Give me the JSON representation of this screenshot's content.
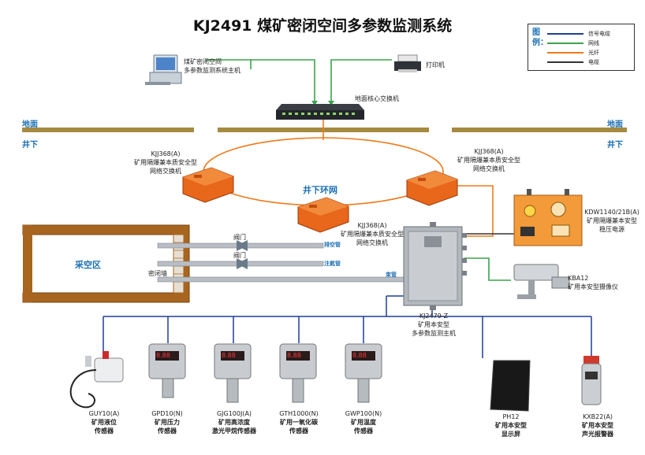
{
  "title": "KJ2491 煤矿密闭空间多参数监测系统",
  "legend": {
    "title": "图例：",
    "items": [
      {
        "label": "信号电缆",
        "color": "#1f3f95"
      },
      {
        "label": "网线",
        "color": "#3aa34a"
      },
      {
        "label": "光纤",
        "color": "#f07a1a"
      },
      {
        "label": "电缆",
        "color": "#333333"
      }
    ]
  },
  "ground_labels": {
    "above_left": "地面",
    "below_left": "井下",
    "above_right": "地面",
    "below_right": "井下"
  },
  "surface": {
    "host": "煤矿密闭空间\n多参数监测系统主机",
    "printer": "打印机",
    "core_switch": "地面核心交换机"
  },
  "ring_net": "井下环网",
  "switches": [
    {
      "model": "KJJ368(A)",
      "desc": "矿用隔爆兼本质安全型\n网络交换机"
    },
    {
      "model": "KJJ368(A)",
      "desc": "矿用隔爆兼本质安全型\n网络交换机"
    },
    {
      "model": "KJJ368(A)",
      "desc": "矿用隔爆兼本质安全型\n网络交换机"
    }
  ],
  "power": {
    "model": "KDW1140/21B(A)",
    "desc": "矿用隔爆兼本安型\n稳压电源"
  },
  "camera": {
    "model": "KBA12",
    "desc": "矿用本安型摄像仪"
  },
  "main_unit": {
    "model": "KJ2479-Z",
    "desc": "矿用本安型\n多参数监测主机"
  },
  "goaf": {
    "area": "采空区",
    "wall": "密闭墙",
    "valves": [
      "阀门",
      "阀门"
    ],
    "pipes": [
      "排空管",
      "注氮管",
      "束管"
    ]
  },
  "sensors": [
    {
      "model": "GUY10(A)",
      "desc": "矿用液位\n传感器",
      "display": ""
    },
    {
      "model": "GPD10(N)",
      "desc": "矿用压力\n传感器",
      "display": "8.88"
    },
    {
      "model": "GJG100J(A)",
      "desc": "矿用高浓度\n激光甲烷传感器",
      "display": "8.88"
    },
    {
      "model": "GTH1000(N)",
      "desc": "矿用一氧化碳\n传感器",
      "display": "8.88"
    },
    {
      "model": "GWP100(N)",
      "desc": "矿用温度\n传感器",
      "display": "8.88"
    }
  ],
  "display_screen": {
    "model": "PH12",
    "desc": "矿用本安型\n显示屏"
  },
  "alarm": {
    "model": "KXB22(A)",
    "desc": "矿用本安型\n声光报警器"
  }
}
